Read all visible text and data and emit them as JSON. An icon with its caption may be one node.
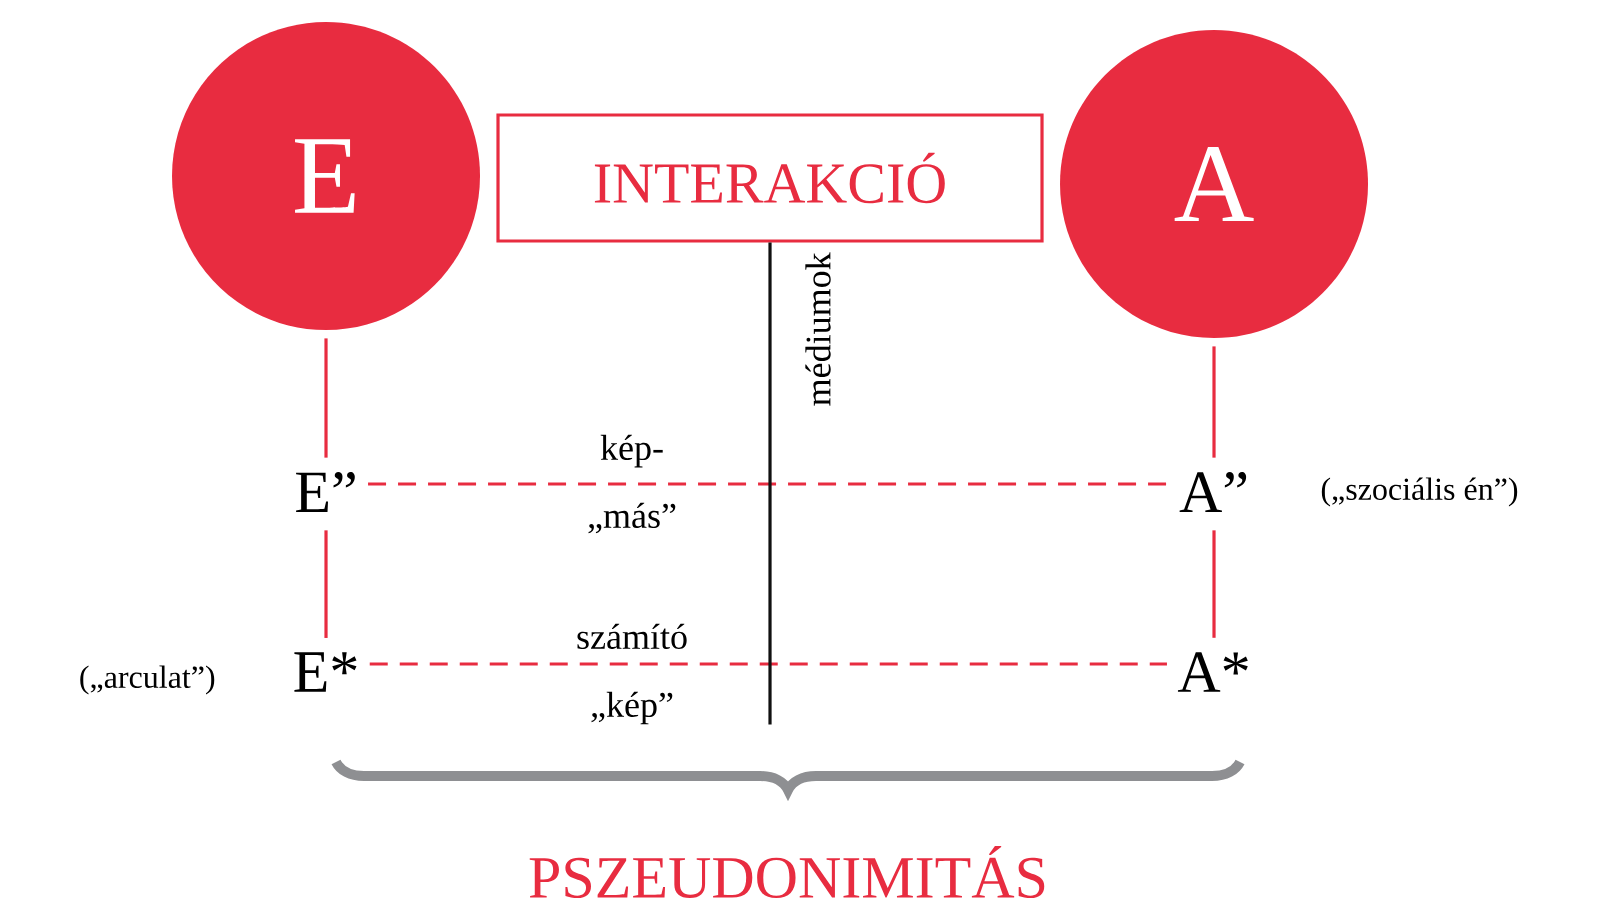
{
  "diagram": {
    "nodes": [
      {
        "text": [
          "E"
        ]
      },
      {
        "text": [
          "INTERAKCIÓ"
        ]
      },
      {
        "text": [
          "A"
        ]
      },
      {
        "text": [
          "E”"
        ]
      },
      {
        "text": [
          "A”"
        ],
        "beside": [
          "(„szociális én”)"
        ]
      },
      {
        "text": [
          "E*"
        ],
        "beside": [
          "(„arculat”)"
        ]
      },
      {
        "text": [
          "A*"
        ]
      }
    ],
    "edges": [
      {
        "from": 0,
        "to": 3,
        "arrow": "none"
      },
      {
        "from": 3,
        "to": 5,
        "arrow": "none"
      },
      {
        "from": 2,
        "to": 4,
        "arrow": "none"
      },
      {
        "from": 4,
        "to": 6,
        "arrow": "none"
      },
      {
        "from": 3,
        "to": 4,
        "arrow": "none",
        "style": "dashed",
        "label": "kép- „más”"
      },
      {
        "from": 5,
        "to": 6,
        "arrow": "none",
        "style": "dashed",
        "label": "számító „kép”"
      },
      {
        "from": 1,
        "to": null,
        "arrow": "none",
        "color": "#111111",
        "label": "médiumok"
      }
    ],
    "labels": [
      "PSZEUDONIMITÁS"
    ]
  }
}
